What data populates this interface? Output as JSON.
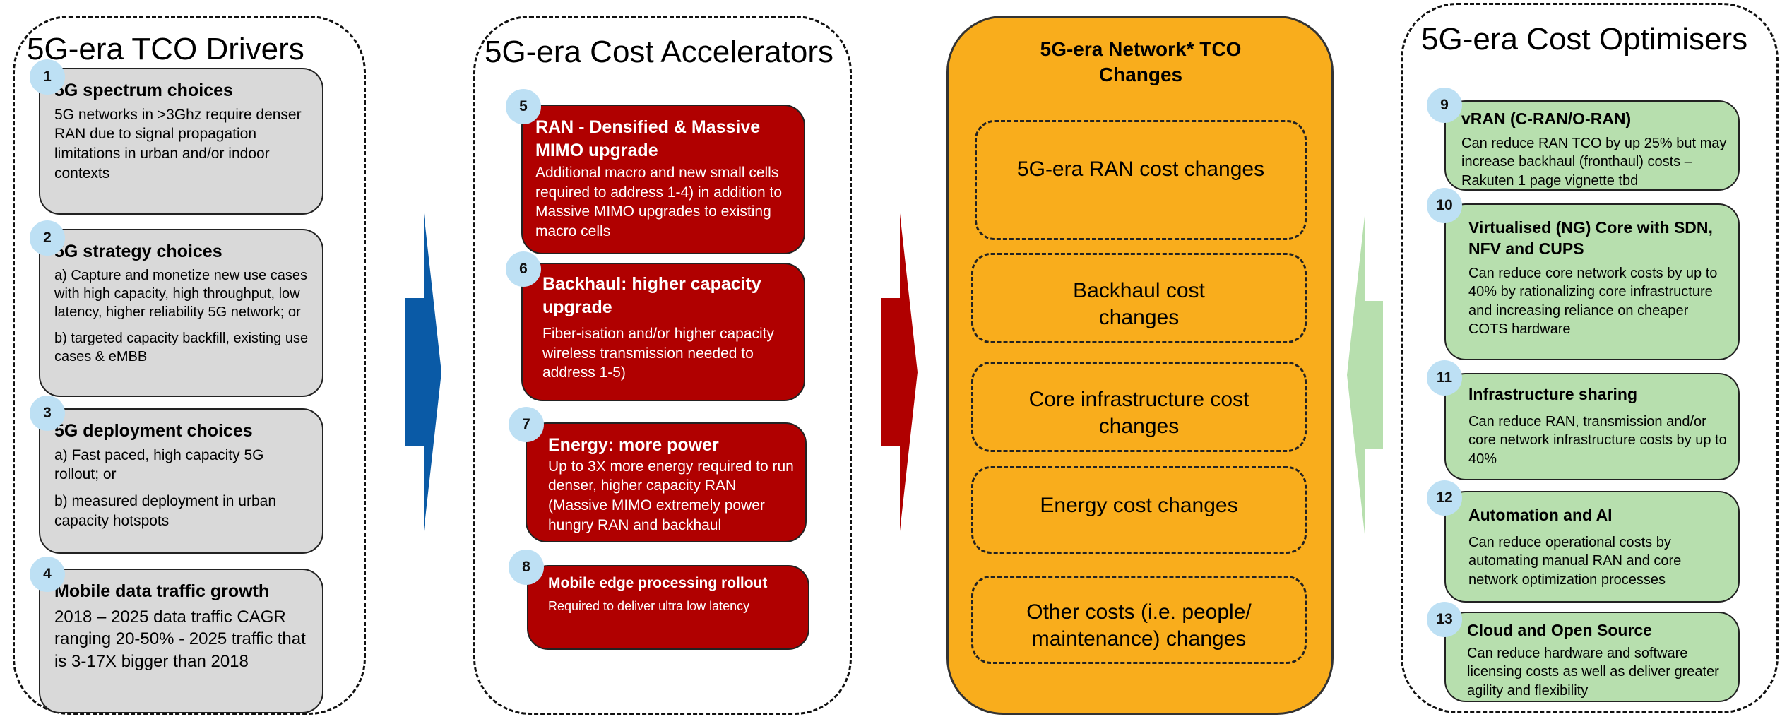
{
  "drivers": {
    "title": "5G-era TCO Drivers",
    "cards": [
      {
        "num": "1",
        "title": "5G spectrum choices",
        "body": [
          "5G networks in >3Ghz require denser RAN due to signal propagation limitations in urban and/or indoor contexts"
        ]
      },
      {
        "num": "2",
        "title": "5G strategy choices",
        "body": [
          "a) Capture and monetize new use cases with high capacity, high throughput, low latency, higher reliability 5G network; or",
          "b) targeted capacity backfill, existing use cases & eMBB"
        ]
      },
      {
        "num": "3",
        "title": "5G deployment choices",
        "body": [
          "a) Fast paced, high capacity 5G rollout; or",
          "b) measured deployment in urban capacity hotspots"
        ]
      },
      {
        "num": "4",
        "title": "Mobile data traffic growth",
        "body": [
          "2018 – 2025 data traffic CAGR ranging 20-50% - 2025 traffic that is 3-17X bigger than 2018"
        ]
      }
    ]
  },
  "accelerators": {
    "title": "5G-era Cost Accelerators",
    "cards": [
      {
        "num": "5",
        "title": "RAN - Densified & Massive MIMO upgrade",
        "body": "Additional macro and new small cells required to address 1-4) in addition to Massive MIMO upgrades to existing macro cells"
      },
      {
        "num": "6",
        "title": "Backhaul: higher capacity upgrade",
        "body": "Fiber-isation and/or higher capacity wireless transmission needed to address 1-5)"
      },
      {
        "num": "7",
        "title": "Energy: more power",
        "body": "Up to 3X more energy required to run denser, higher capacity RAN (Massive MIMO extremely power hungry RAN and backhaul"
      },
      {
        "num": "8",
        "title": "Mobile edge processing rollout",
        "body": "Required to deliver ultra low latency"
      }
    ]
  },
  "tco_changes": {
    "title": "5G-era Network* TCO Changes",
    "items": [
      "5G-era RAN cost changes",
      "Backhaul cost changes",
      "Core infrastructure cost changes",
      "Energy cost changes",
      "Other costs (i.e. people/ maintenance) changes"
    ]
  },
  "optimisers": {
    "title": "5G-era Cost Optimisers",
    "cards": [
      {
        "num": "9",
        "title": "vRAN (C-RAN/O-RAN)",
        "body": "Can reduce RAN TCO by up 25% but may increase backhaul (fronthaul) costs –  Rakuten 1 page vignette tbd"
      },
      {
        "num": "10",
        "title": "Virtualised (NG) Core with SDN, NFV and CUPS",
        "body": "Can reduce core network costs by up to 40% by rationalizing core infrastructure and increasing reliance on cheaper COTS hardware"
      },
      {
        "num": "11",
        "title": "Infrastructure sharing",
        "body": "Can reduce RAN, transmission and/or core network infrastructure costs by up to 40%"
      },
      {
        "num": "12",
        "title": "Automation and AI",
        "body": "Can reduce operational costs by automating manual RAN and core network optimization processes"
      },
      {
        "num": "13",
        "title": "Cloud and Open Source",
        "body": "Can reduce hardware and software licensing costs as well as deliver greater agility and flexibility"
      }
    ]
  },
  "colors": {
    "driver_card": "#d9d9d9",
    "accelerator_card": "#b00000",
    "optimiser_card": "#b7dfae",
    "center_panel": "#f9ad1c",
    "badge": "#bde0f4",
    "arrow_blue": "#0a5aa6",
    "arrow_red": "#b00000",
    "arrow_green": "#b7dfae"
  }
}
